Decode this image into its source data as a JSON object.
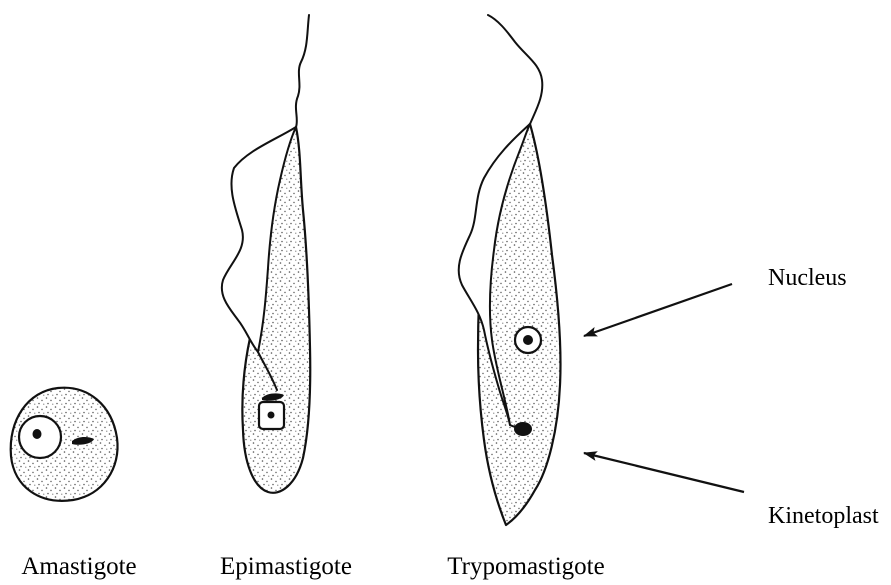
{
  "stages": [
    {
      "id": "amastigote",
      "label": "Amastigote"
    },
    {
      "id": "epimastigote",
      "label": "Epimastigote"
    },
    {
      "id": "trypomastigote",
      "label": "Trypomastigote"
    }
  ],
  "callouts": {
    "nucleus": "Nucleus",
    "kinetoplast": "Kinetoplast"
  },
  "colors": {
    "ink": "#111111",
    "stipple": "#555555",
    "background": "#ffffff"
  }
}
